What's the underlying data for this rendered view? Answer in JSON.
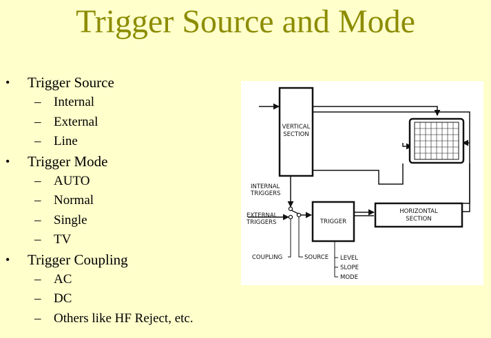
{
  "slide": {
    "title": "Trigger Source and Mode",
    "bullets": [
      {
        "label": "Trigger Source",
        "subitems": [
          "Internal",
          "External",
          "Line"
        ]
      },
      {
        "label": "Trigger Mode",
        "subitems": [
          "AUTO",
          "Normal",
          "Single",
          "TV"
        ]
      },
      {
        "label": "Trigger Coupling",
        "subitems": [
          "AC",
          "DC",
          "Others like HF Reject, etc."
        ]
      }
    ],
    "bullet_mark": "•",
    "sub_mark": "–"
  },
  "diagram": {
    "vertical_line1": "VERTICAL",
    "vertical_line2": "SECTION",
    "trigger": "TRIGGER",
    "horizontal_line1": "HORIZONTAL",
    "horizontal_line2": "SECTION",
    "internal_triggers_line1": "INTERNAL",
    "internal_triggers_line2": "TRIGGERS",
    "external_triggers_line1": "EXTERNAL",
    "external_triggers_line2": "TRIGGERS",
    "coupling": "COUPLING",
    "source": "SOURCE",
    "level": "LEVEL",
    "slope": "SLOPE",
    "mode": "MODE"
  }
}
